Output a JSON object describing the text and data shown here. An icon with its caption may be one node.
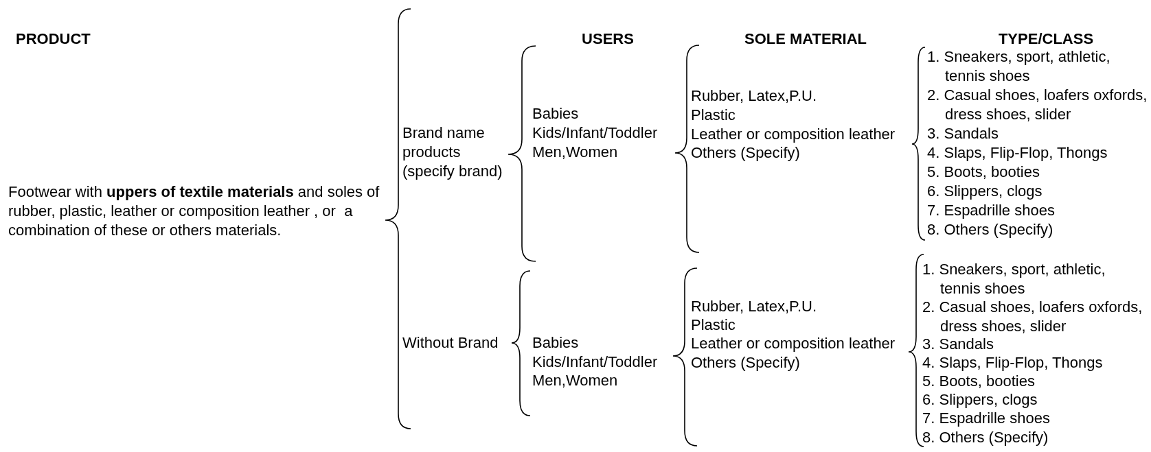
{
  "diagram": {
    "labels": [
      "PRODUCT",
      "USERS",
      "SOLE MATERIAL",
      "TYPE/CLASS",
      "Footwear with **uppers of textile materials** and soles of rubber, plastic, leather or composition leather , or  a combination of these or others materials.",
      "Brand name products (specify brand)",
      "Babies",
      "Kids/Infant/Toddler",
      "Men,Women",
      "Rubber, Latex,P.U.",
      "Plastic",
      "Leather or composition leather",
      "Others (Specify)",
      "1. Sneakers, sport, athletic, tennis shoes",
      "2. Casual shoes, loafers oxfords, dress shoes, slider",
      "3. Sandals",
      "4. Slaps, Flip-Flop, Thongs",
      "5. Boots, booties",
      "6. Slippers, clogs",
      "7. Espadrille shoes",
      "8. Others (Specify)",
      "Without Brand",
      "Babies",
      "Kids/Infant/Toddler",
      "Men,Women",
      "Rubber, Latex,P.U.",
      "Plastic",
      "Leather or composition leather",
      "Others (Specify)",
      "1. Sneakers, sport, athletic, tennis shoes",
      "2. Casual shoes, loafers oxfords, dress shoes, slider",
      "3. Sandals",
      "4. Slaps, Flip-Flop, Thongs",
      "5. Boots, booties",
      "6. Slippers, clogs",
      "7. Espadrille shoes",
      "8. Others (Specify)"
    ]
  }
}
